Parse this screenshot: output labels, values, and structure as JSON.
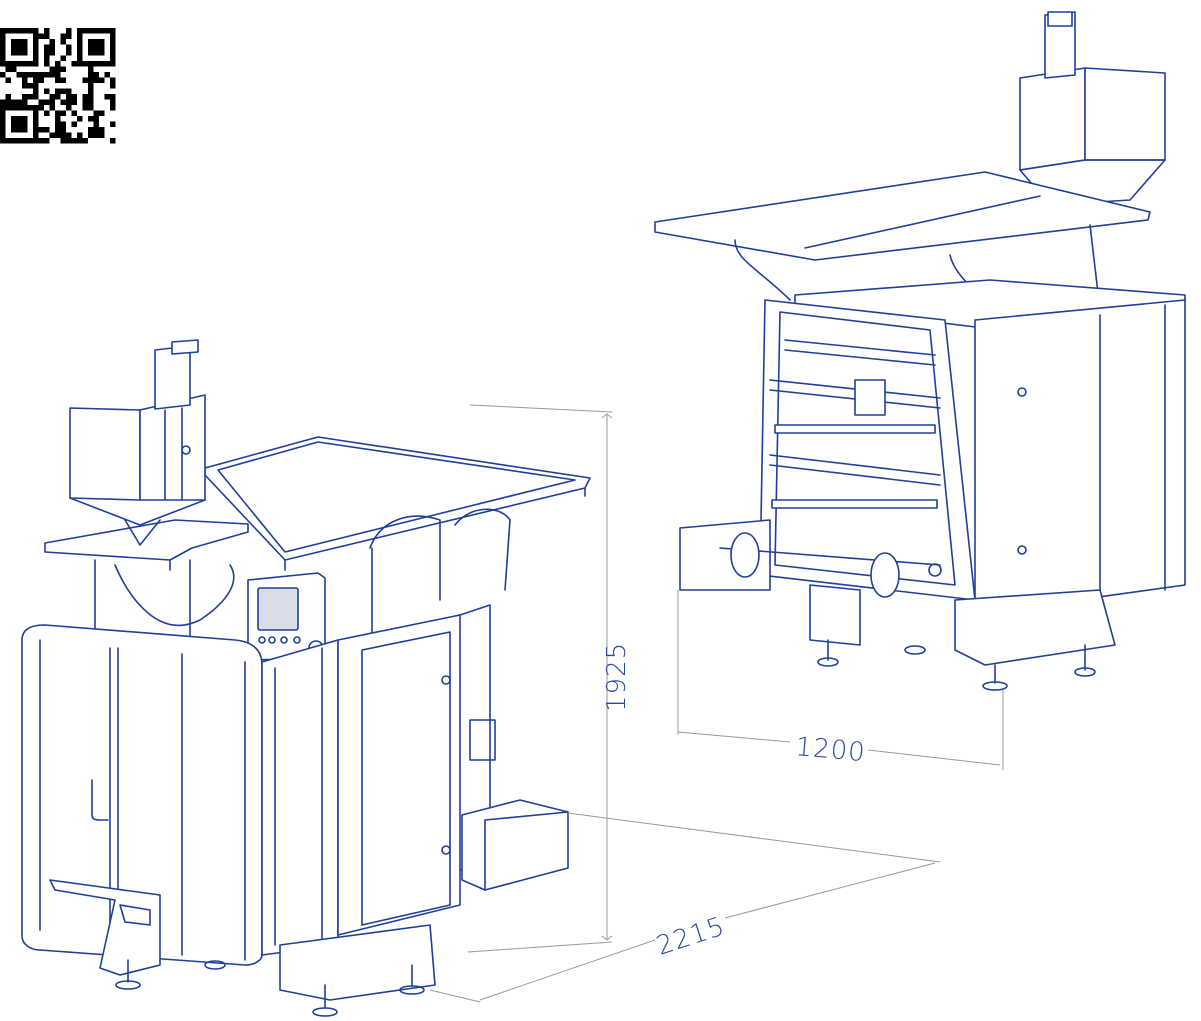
{
  "dimensions": {
    "height": "1925",
    "length": "2215",
    "width": "1200"
  },
  "colors": {
    "line": "#1f3f9a",
    "dimension_line": "#9a9a9a",
    "dimension_text": "#2a4a9c",
    "background": "#ffffff"
  },
  "icons": {
    "qr": "qr-code-icon"
  }
}
